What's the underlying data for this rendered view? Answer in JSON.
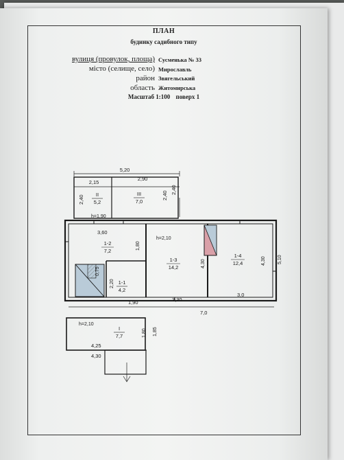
{
  "header": {
    "title": "ПЛАН",
    "subtitle": "будинку садибного типу"
  },
  "address": {
    "street_label": "вулиця (провулок, площа)",
    "street_value": "Сусменька № 33",
    "town_label": "місто (селище, село)",
    "town_value": "Мирославль",
    "district_label": "район",
    "district_value": "Звягельський",
    "region_label": "область",
    "region_value": "Житомирська"
  },
  "scale": {
    "label": "Масштаб 1:100",
    "floor": "поверх 1"
  },
  "plan": {
    "outer_top_length": "5,20",
    "shed_left_width": "2,15",
    "shed_right_width": "2,90",
    "shed_depth_left": "2,40",
    "shed_depth_mid": "2,40",
    "shed_depth_right": "2,40",
    "room_II_name": "II",
    "room_II_area": "5,2",
    "room_III_name": "III",
    "room_III_area": "7,0",
    "height_shed": "h=1,90",
    "width_3_60": "3,60",
    "height_main": "h=2,10",
    "room_1_2_name": "1-2",
    "room_1_2_area": "7,2",
    "dim_1_80": "1,80",
    "dim_0_75": "0,75",
    "dim_2_20": "2,20",
    "room_1_1_name": "1-1",
    "room_1_1_area": "4,2",
    "room_1_3_name": "1-3",
    "room_1_3_area": "14,2",
    "dim_4_30_mid": "4,30",
    "room_1_4_name": "1-4",
    "room_1_4_area": "12,4",
    "dim_4_30_right": "4,30",
    "dim_5_10": "5,10",
    "dim_1_90": "1,90",
    "dim_3_30": "3,30",
    "dim_3_0": "3,0",
    "dim_7_0": "7,0",
    "height_porch": "h=2,10",
    "room_I_name": "I",
    "room_I_area": "7,7",
    "dim_1_80_porch": "1,80",
    "dim_1_85": "1,85",
    "dim_4_25": "4,25",
    "dim_4_30_bottom": "4,30"
  }
}
